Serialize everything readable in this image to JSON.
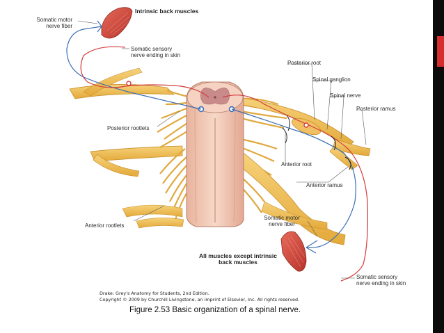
{
  "diagram": {
    "labels": {
      "somatic_motor_top": [
        "Somatic motor",
        "nerve fiber"
      ],
      "intrinsic_back_muscles": "Intrinsic back muscles",
      "somatic_sensory_top": [
        "Somatic sensory",
        "nerve ending in skin"
      ],
      "posterior_root": "Posterior root",
      "spinal_ganglion": "Spinal ganglion",
      "spinal_nerve": "Spinal nerve",
      "posterior_ramus": "Posterior ramus",
      "posterior_rootlets": "Posterior rootlets",
      "anterior_root": "Anterior root",
      "anterior_ramus": "Anterior ramus",
      "anterior_rootlets": "Anterior rootlets",
      "somatic_motor_bottom": [
        "Somatic motor",
        "nerve fiber"
      ],
      "all_muscles_except": [
        "All muscles except intrinsic",
        "back muscles"
      ],
      "somatic_sensory_bottom": [
        "Somatic sensory",
        "nerve ending in skin"
      ]
    },
    "colors": {
      "nerve": "#f2c24e",
      "cord": "#f2c9b4",
      "grey_matter": "#c98a8a",
      "motor_fiber": "#3b6fb6",
      "sensory_fiber": "#d23a3a",
      "muscle": "#d9534f"
    }
  },
  "credit": {
    "line1": "Drake: Grey's Anatomy for Students, 2nd Edition.",
    "line2": "Copyright © 2009 by Churchill Livingstone, an imprint of Elsevier, Inc. All rights reserved."
  },
  "caption": "Figure 2.53 Basic organization of a spinal nerve."
}
